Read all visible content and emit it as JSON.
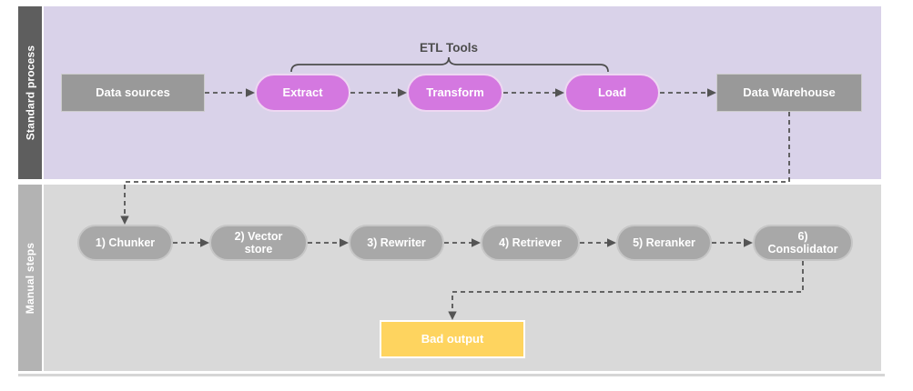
{
  "lanes": {
    "standard": {
      "label": "Standard process"
    },
    "manual": {
      "label": "Manual steps"
    }
  },
  "standard_flow": {
    "group_label": "ETL Tools",
    "nodes": [
      {
        "label": "Data sources",
        "shape": "rect"
      },
      {
        "label": "Extract",
        "shape": "pill"
      },
      {
        "label": "Transform",
        "shape": "pill"
      },
      {
        "label": "Load",
        "shape": "pill"
      },
      {
        "label": "Data Warehouse",
        "shape": "rect"
      }
    ]
  },
  "manual_flow": {
    "nodes": [
      {
        "label": "1) Chunker"
      },
      {
        "label": "2) Vector store"
      },
      {
        "label": "3) Rewriter"
      },
      {
        "label": "4) Retriever"
      },
      {
        "label": "5) Reranker"
      },
      {
        "label": "6) Consolidator"
      }
    ],
    "output": {
      "label": "Bad output"
    }
  },
  "colors": {
    "lane_standard_bar": "#5e5e5e",
    "lane_standard_bg": "#d9d2e9",
    "lane_manual_bar": "#b3b3b3",
    "lane_manual_bg": "#d9d9d9",
    "etl_pill": "#d478e0",
    "gray_node": "#999999",
    "manual_pill": "#a8a8a8",
    "bad_output": "#fed45f",
    "connector": "#545454",
    "brace": "#4d4d4d",
    "node_text": "#ffffff"
  }
}
